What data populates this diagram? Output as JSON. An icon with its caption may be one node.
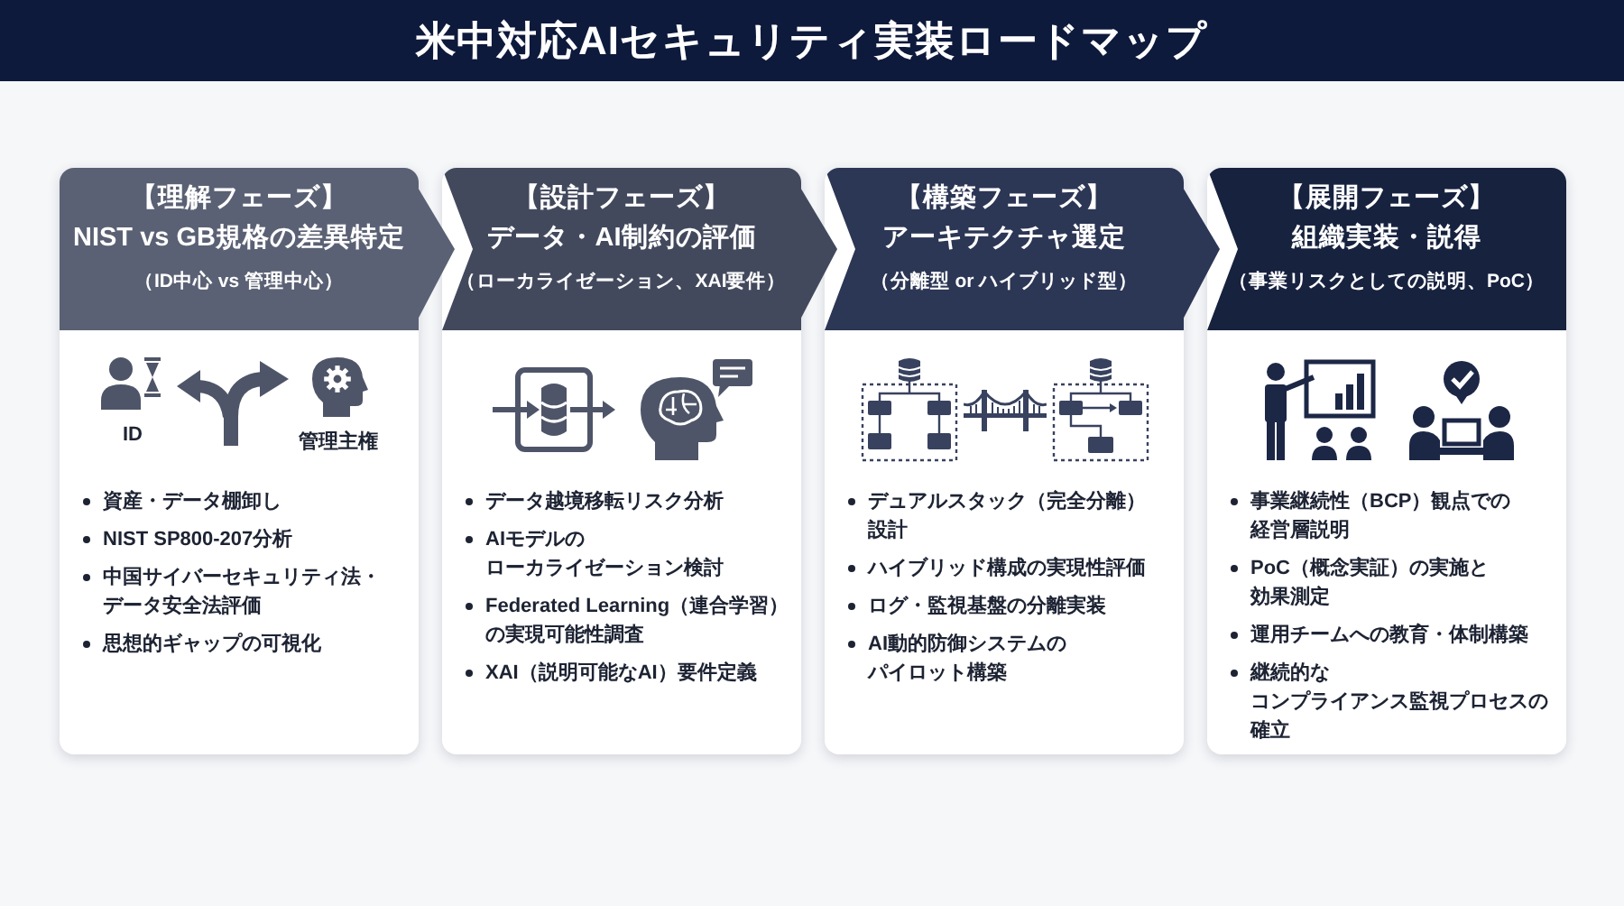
{
  "diagram": {
    "title": "米中対応AIセキュリティ実装ロードマップ",
    "nodes": [
      {
        "text": [
          "【理解フェーズ】",
          "NIST vs GB規格の差異特定",
          "（ID中心 vs 管理中心）",
          "資産・データ棚卸し",
          "NIST SP800-207分析",
          "中国サイバーセキュリティ法・データ安全法評価",
          "思想的ギャップの可視化"
        ]
      },
      {
        "text": [
          "【設計フェーズ】",
          "データ・AI制約の評価",
          "（ローカライゼーション、XAI要件）",
          "データ越境移転リスク分析",
          "AIモデルのローカライゼーション検討",
          "Federated Learning（連合学習）の実現可能性調査",
          "XAI（説明可能なAI）要件定義"
        ]
      },
      {
        "text": [
          "【構築フェーズ】",
          "アーキテクチャ選定",
          "（分離型 or ハイブリッド型）",
          "デュアルスタック（完全分離）設計",
          "ハイブリッド構成の実現性評価",
          "ログ・監視基盤の分離実装",
          "AI動的防御システムのパイロット構築"
        ]
      },
      {
        "text": [
          "【展開フェーズ】",
          "組織実装・説得",
          "（事業リスクとしての説明、PoC）",
          "事業継続性（BCP）観点での経営層説明",
          "PoC（概念実証）の実施と効果測定",
          "運用チームへの教育・体制構築",
          "継続的なコンプライアンス監視プロセスの確立"
        ]
      }
    ],
    "edges": [
      {
        "from": 0,
        "to": 1,
        "arrow": "to"
      },
      {
        "from": 1,
        "to": 2,
        "arrow": "to"
      },
      {
        "from": 2,
        "to": 3,
        "arrow": "to"
      }
    ],
    "labels": [
      "ID",
      "管理主権"
    ]
  }
}
